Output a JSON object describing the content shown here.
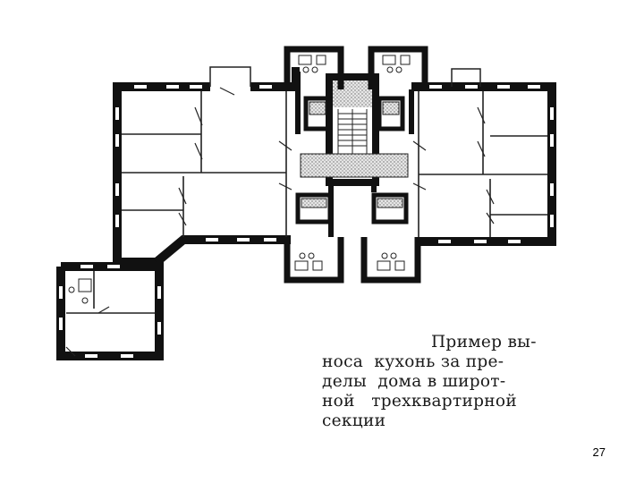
{
  "caption": {
    "lines": [
      "Пример вы-",
      "носа  кухонь за пре-",
      "делы  дома в широт-",
      "ной   трехквартирной",
      "секции"
    ]
  },
  "page_number": "27",
  "colors": {
    "wall": "#111111",
    "line": "#222222",
    "stair_fill": "#d9d9d9",
    "background": "#ffffff"
  }
}
